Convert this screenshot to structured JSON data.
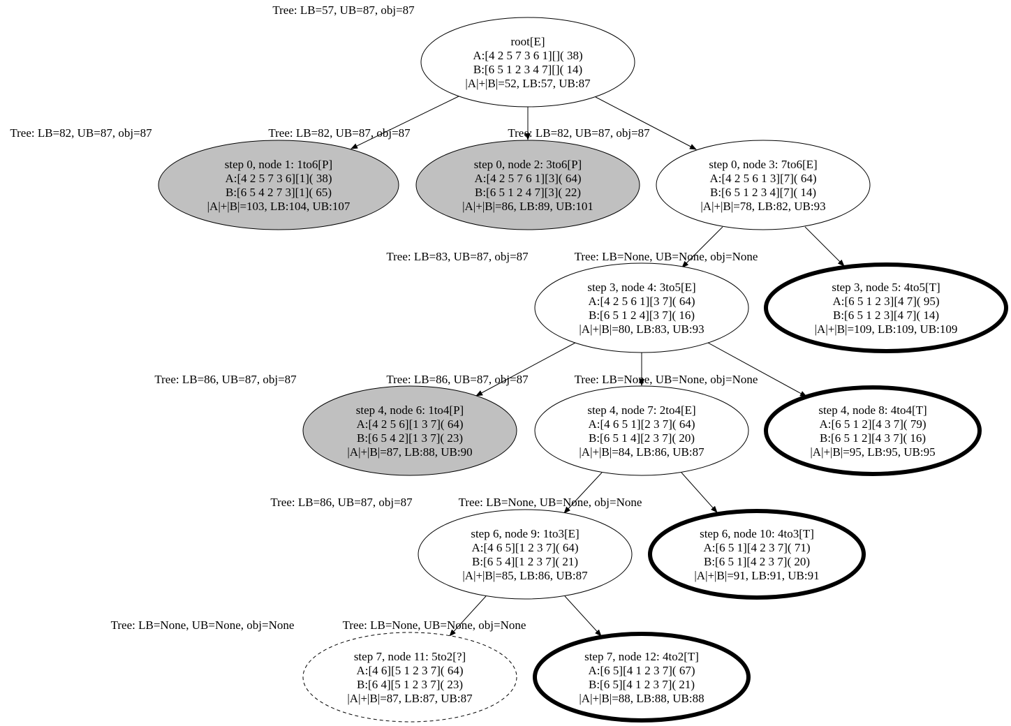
{
  "diagram": {
    "root_tree_label": "Tree: LB=57, UB=87, obj=87",
    "nodes": [
      {
        "id": "n0",
        "style": "plain",
        "lines": [
          "root[E]",
          "A:[4 2 5 7 3 6 1][]( 38)",
          "B:[6 5 1 2 3 4 7][]( 14)",
          "|A|+|B|=52, LB:57, UB:87"
        ]
      },
      {
        "id": "n1",
        "style": "pruned",
        "lines": [
          "step 0, node 1: 1to6[P]",
          "A:[4 2 5 7 3 6][1]( 38)",
          "B:[6 5 4 2 7 3][1]( 65)",
          "|A|+|B|=103, LB:104, UB:107"
        ]
      },
      {
        "id": "n2",
        "style": "pruned",
        "lines": [
          "step 0, node 2: 3to6[P]",
          "A:[4 2 5 7 6 1][3]( 64)",
          "B:[6 5 1 2 4 7][3]( 22)",
          "|A|+|B|=86, LB:89, UB:101"
        ]
      },
      {
        "id": "n3",
        "style": "plain",
        "lines": [
          "step 0, node 3: 7to6[E]",
          "A:[4 2 5 6 1 3][7]( 64)",
          "B:[6 5 1 2 3 4][7]( 14)",
          "|A|+|B|=78, LB:82, UB:93"
        ]
      },
      {
        "id": "n4",
        "style": "plain",
        "lines": [
          "step 3, node 4: 3to5[E]",
          "A:[4 2 5 6 1][3 7]( 64)",
          "B:[6 5 1 2 4][3 7]( 16)",
          "|A|+|B|=80, LB:83, UB:93"
        ]
      },
      {
        "id": "n5",
        "style": "terminal",
        "lines": [
          "step 3, node 5: 4to5[T]",
          "A:[6 5 1 2 3][4 7]( 95)",
          "B:[6 5 1 2 3][4 7]( 14)",
          "|A|+|B|=109, LB:109, UB:109"
        ]
      },
      {
        "id": "n6",
        "style": "pruned",
        "lines": [
          "step 4, node 6: 1to4[P]",
          "A:[4 2 5 6][1 3 7]( 64)",
          "B:[6 5 4 2][1 3 7]( 23)",
          "|A|+|B|=87, LB:88, UB:90"
        ]
      },
      {
        "id": "n7",
        "style": "plain",
        "lines": [
          "step 4, node 7: 2to4[E]",
          "A:[4 6 5 1][2 3 7]( 64)",
          "B:[6 5 1 4][2 3 7]( 20)",
          "|A|+|B|=84, LB:86, UB:87"
        ]
      },
      {
        "id": "n8",
        "style": "terminal",
        "lines": [
          "step 4, node 8: 4to4[T]",
          "A:[6 5 1 2][4 3 7]( 79)",
          "B:[6 5 1 2][4 3 7]( 16)",
          "|A|+|B|=95, LB:95, UB:95"
        ]
      },
      {
        "id": "n9",
        "style": "plain",
        "lines": [
          "step 6, node 9: 1to3[E]",
          "A:[4 6 5][1 2 3 7]( 64)",
          "B:[6 5 4][1 2 3 7]( 21)",
          "|A|+|B|=85, LB:86, UB:87"
        ]
      },
      {
        "id": "n10",
        "style": "terminal",
        "lines": [
          "step 6, node 10: 4to3[T]",
          "A:[6 5 1][4 2 3 7]( 71)",
          "B:[6 5 1][4 2 3 7]( 20)",
          "|A|+|B|=91, LB:91, UB:91"
        ]
      },
      {
        "id": "n11",
        "style": "unknown",
        "lines": [
          "step 7, node 11: 5to2[?]",
          "A:[4 6][5 1 2 3 7]( 64)",
          "B:[6 4][5 1 2 3 7]( 23)",
          "|A|+|B|=87, LB:87, UB:87"
        ]
      },
      {
        "id": "n12",
        "style": "terminal",
        "lines": [
          "step 7, node 12: 4to2[T]",
          "A:[6 5][4 1 2 3 7]( 67)",
          "B:[6 5][4 1 2 3 7]( 21)",
          "|A|+|B|=88, LB:88, UB:88"
        ]
      }
    ],
    "edges": [
      {
        "from": "n0",
        "to": "n1",
        "label": "Tree: LB=82, UB=87, obj=87"
      },
      {
        "from": "n0",
        "to": "n2",
        "label": "Tree: LB=82, UB=87, obj=87"
      },
      {
        "from": "n0",
        "to": "n3",
        "label": "Tree: LB=82, UB=87, obj=87"
      },
      {
        "from": "n3",
        "to": "n4",
        "label": "Tree: LB=83, UB=87, obj=87"
      },
      {
        "from": "n3",
        "to": "n5",
        "label": "Tree: LB=None, UB=None, obj=None"
      },
      {
        "from": "n4",
        "to": "n6",
        "label": "Tree: LB=86, UB=87, obj=87"
      },
      {
        "from": "n4",
        "to": "n7",
        "label": "Tree: LB=86, UB=87, obj=87"
      },
      {
        "from": "n4",
        "to": "n8",
        "label": "Tree: LB=None, UB=None, obj=None"
      },
      {
        "from": "n7",
        "to": "n9",
        "label": "Tree: LB=86, UB=87, obj=87"
      },
      {
        "from": "n7",
        "to": "n10",
        "label": "Tree: LB=None, UB=None, obj=None"
      },
      {
        "from": "n9",
        "to": "n11",
        "label": "Tree: LB=None, UB=None, obj=None"
      },
      {
        "from": "n9",
        "to": "n12",
        "label": "Tree: LB=None, UB=None, obj=None"
      }
    ],
    "colors": {
      "pruned_fill": "#c0c0c0",
      "plain_fill": "#ffffff",
      "stroke": "#000000"
    }
  }
}
